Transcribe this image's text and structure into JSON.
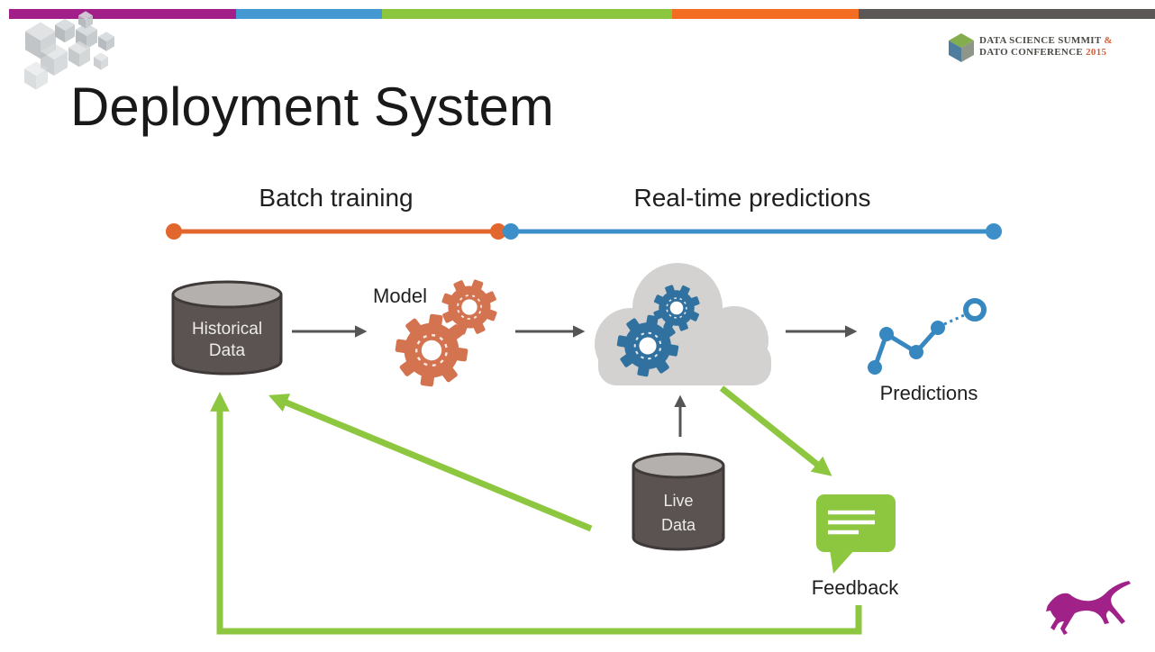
{
  "slide": {
    "title": "Deployment System",
    "background": "#ffffff"
  },
  "header": {
    "topbar": {
      "segments": [
        {
          "name": "magenta",
          "color": "#a21f8a"
        },
        {
          "name": "blue",
          "color": "#4599d2"
        },
        {
          "name": "green",
          "color": "#8cc63f"
        },
        {
          "name": "orange",
          "color": "#f26d21"
        },
        {
          "name": "dark-gray",
          "color": "#5a5756"
        }
      ]
    },
    "conference_logo": {
      "line1": "DATA SCIENCE SUMMIT",
      "line1_suffix": "&",
      "line2": "DATO CONFERENCE",
      "line2_year": "2015",
      "text_color": "#4b4a46",
      "accent_color": "#d4603c"
    }
  },
  "timeline": {
    "batch_label": "Batch training",
    "realtime_label": "Real-time predictions",
    "batch_color": "#e2672e",
    "realtime_color": "#3d8fc9"
  },
  "diagram": {
    "historical_db": {
      "label_line1": "Historical",
      "label_line2": "Data"
    },
    "model": {
      "label": "Model"
    },
    "live_db": {
      "label_line1": "Live",
      "label_line2": "Data"
    },
    "predictions": {
      "label": "Predictions"
    },
    "feedback": {
      "label": "Feedback"
    },
    "colors": {
      "model_gear_orange": "#d4734f",
      "cloud_gray": "#d3d2d0",
      "cloud_gear_blue": "#30719f",
      "db_body_gray": "#5a5352",
      "db_top_light": "#b3b0ad",
      "db_stroke": "#3f3a39",
      "flow_arrow_gray": "#555555",
      "feedback_green": "#8dc63f",
      "predictions_blue": "#3787c0"
    }
  },
  "footer": {
    "dato_dog_color": "#a02187"
  }
}
